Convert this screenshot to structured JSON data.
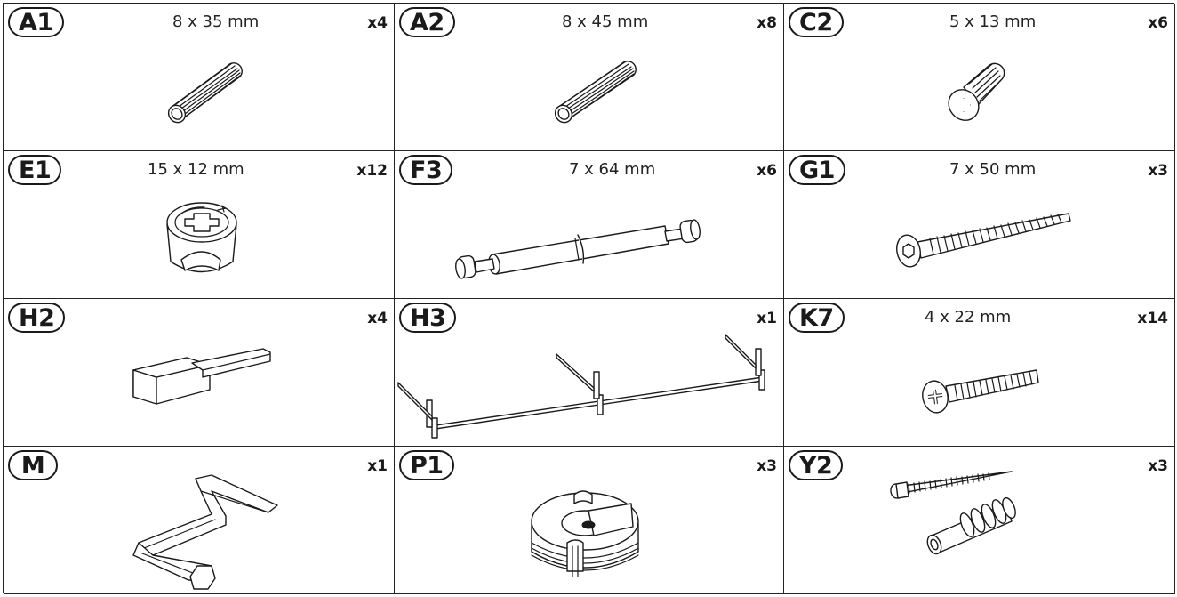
{
  "parts": [
    {
      "code": "A1",
      "size": "8 x 35 mm",
      "qty": "x4",
      "icon": "wooden-dowel-icon"
    },
    {
      "code": "A2",
      "size": "8 x 45 mm",
      "qty": "x8",
      "icon": "wooden-dowel-icon"
    },
    {
      "code": "C2",
      "size": "5 x 13 mm",
      "qty": "x6",
      "icon": "flat-head-screw-icon"
    },
    {
      "code": "E1",
      "size": "15 x 12 mm",
      "qty": "x12",
      "icon": "cam-lock-icon"
    },
    {
      "code": "F3",
      "size": "7 x 64 mm",
      "qty": "x6",
      "icon": "double-connector-bolt-icon"
    },
    {
      "code": "G1",
      "size": "7 x 50 mm",
      "qty": "x3",
      "icon": "hex-socket-screw-icon"
    },
    {
      "code": "H2",
      "size": "",
      "qty": "x4",
      "icon": "shelf-support-bracket-icon"
    },
    {
      "code": "H3",
      "size": "",
      "qty": "x1",
      "icon": "metal-rail-frame-icon"
    },
    {
      "code": "K7",
      "size": "4 x 22 mm",
      "qty": "x14",
      "icon": "pan-head-screw-icon"
    },
    {
      "code": "M",
      "size": "",
      "qty": "x1",
      "icon": "hex-key-icon"
    },
    {
      "code": "P1",
      "size": "",
      "qty": "x3",
      "icon": "cam-housing-icon"
    },
    {
      "code": "Y2",
      "size": "",
      "qty": "x3",
      "icon": "wall-plug-and-screw-icon"
    }
  ]
}
